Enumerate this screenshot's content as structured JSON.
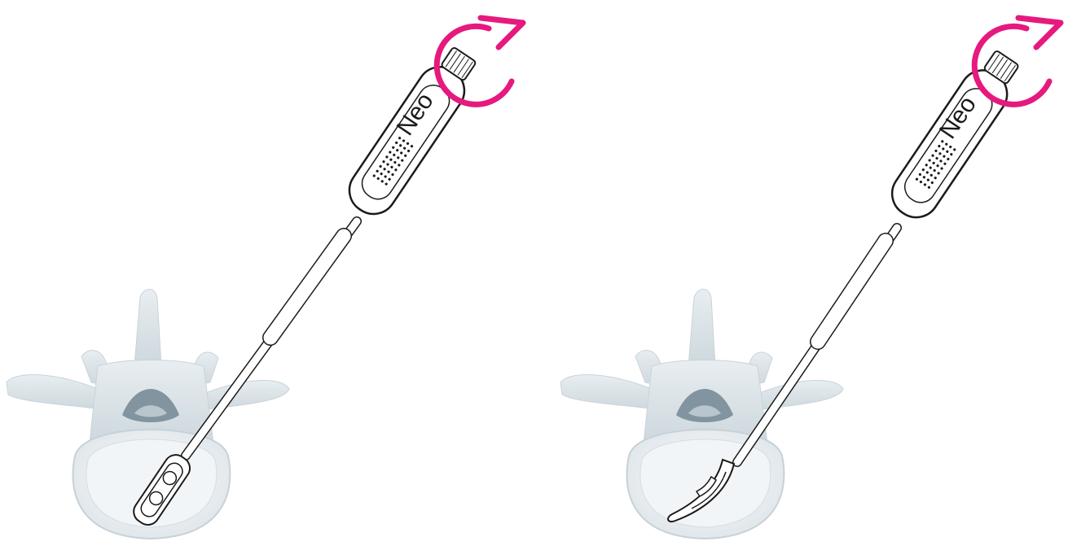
{
  "panels": [
    {
      "id": "before",
      "brand_text": "Neo",
      "implant_state": "straight",
      "rotation_arrow_color": "#e6197e"
    },
    {
      "id": "after",
      "brand_text": "Neo",
      "implant_state": "curved",
      "rotation_arrow_color": "#e6197e"
    }
  ],
  "colors": {
    "bone_fill": "#dfe6ea",
    "bone_shade": "#b8c4cc",
    "canal": "#7f929e",
    "body_inner": "#eef2f5",
    "outline": "#1a1a1a",
    "accent": "#e6197e"
  }
}
